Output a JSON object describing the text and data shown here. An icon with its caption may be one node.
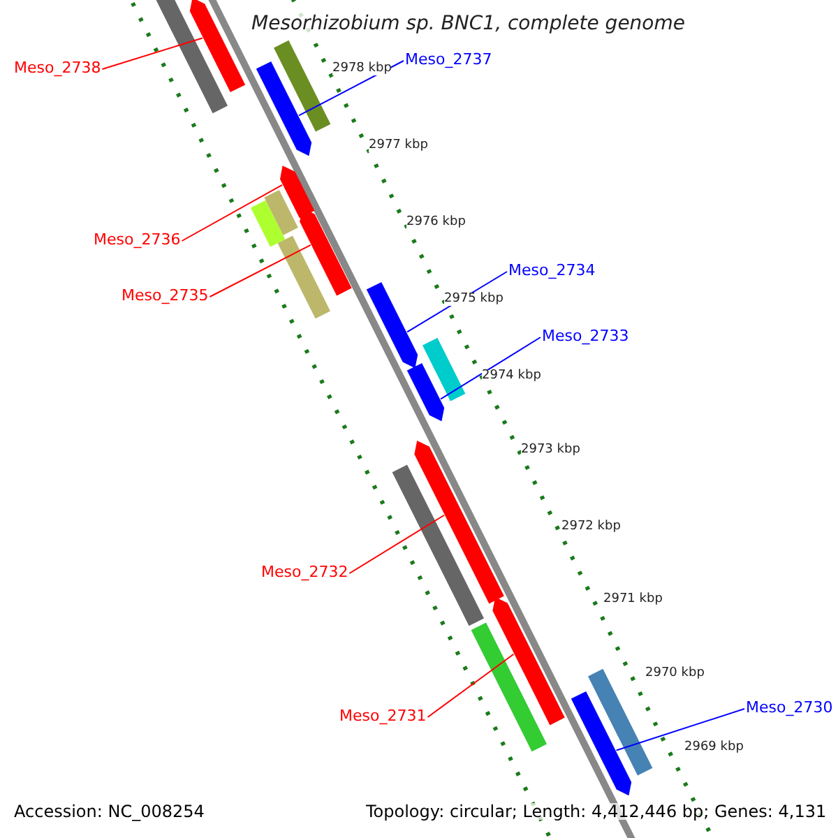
{
  "diagram": {
    "title": "Mesorhizobium sp. BNC1, complete genome",
    "nodes": [
      {
        "text": [
          "Meso_2738"
        ]
      },
      {
        "text": [
          "Meso_2737"
        ]
      },
      {
        "text": [
          "Meso_2736"
        ]
      },
      {
        "text": [
          "Meso_2735"
        ]
      },
      {
        "text": [
          "Meso_2734"
        ]
      },
      {
        "text": [
          "Meso_2733"
        ]
      },
      {
        "text": [
          "Meso_2732"
        ]
      },
      {
        "text": [
          "Meso_2731"
        ]
      },
      {
        "text": [
          "Meso_2730"
        ]
      },
      {
        "text": [],
        "shape": "bar"
      },
      {
        "text": [],
        "shape": "bar"
      },
      {
        "text": [],
        "shape": "bar"
      },
      {
        "text": [],
        "shape": "bar"
      },
      {
        "text": [],
        "shape": "bar"
      },
      {
        "text": [],
        "shape": "bar"
      },
      {
        "text": [],
        "shape": "bar"
      },
      {
        "text": [],
        "shape": "bar"
      },
      {
        "text": [],
        "shape": "bar"
      },
      {
        "text": [],
        "shape": "bar"
      },
      {
        "text": [],
        "shape": "bar"
      },
      {
        "text": [],
        "shape": "bar"
      },
      {
        "text": [],
        "shape": "bar"
      },
      {
        "text": [],
        "shape": "bar"
      },
      {
        "text": [],
        "shape": "bar"
      },
      {
        "text": [],
        "shape": "bar"
      },
      {
        "text": [],
        "shape": "bar"
      },
      {
        "text": [],
        "shape": "bar"
      }
    ],
    "edges": [
      {
        "from": 0,
        "to": 9,
        "arrow": "none"
      },
      {
        "from": 1,
        "to": 10,
        "arrow": "none",
        "color": "#0000ff"
      },
      {
        "from": 2,
        "to": 11,
        "arrow": "none"
      },
      {
        "from": 3,
        "to": 12,
        "arrow": "none"
      },
      {
        "from": 4,
        "to": 13,
        "arrow": "none",
        "color": "#0000ff"
      },
      {
        "from": 5,
        "to": 14,
        "arrow": "none",
        "color": "#0000ff"
      },
      {
        "from": 6,
        "to": 15,
        "arrow": "none"
      },
      {
        "from": 7,
        "to": 16,
        "arrow": "none"
      },
      {
        "from": 8,
        "to": 17,
        "arrow": "none",
        "color": "#0000ff"
      }
    ],
    "labels": [
      "2978 kbp",
      "2977 kbp",
      "2976 kbp",
      "2975 kbp",
      "2974 kbp",
      "2973 kbp",
      "2972 kbp",
      "2971 kbp",
      "2970 kbp",
      "2969 kbp",
      "Accession: NC_008254",
      "Topology: circular; Length: 4,412,446 bp; Genes: 4,131"
    ]
  }
}
